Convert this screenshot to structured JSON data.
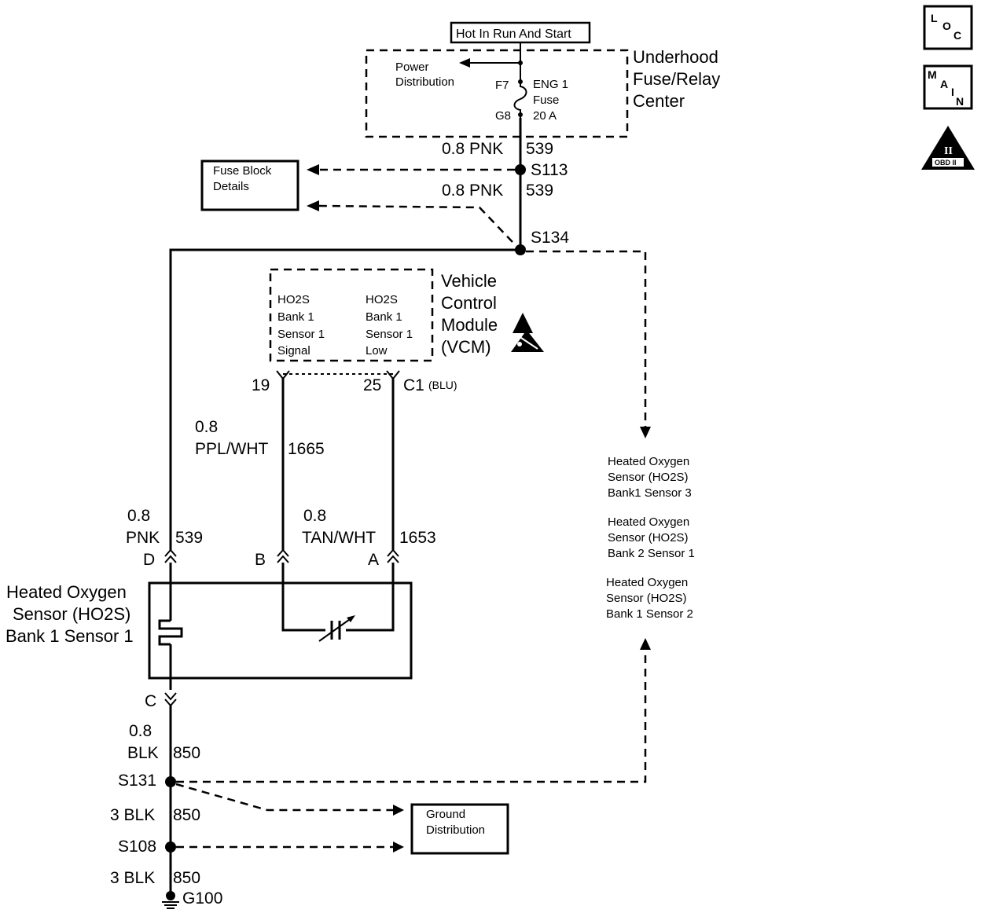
{
  "header": {
    "power_label": "Hot In Run And Start"
  },
  "fuse_center": {
    "title_line1": "Underhood",
    "title_line2": "Fuse/Relay",
    "title_line3": "Center",
    "power_dist_line1": "Power",
    "power_dist_line2": "Distribution",
    "fuse_top_pin": "F7",
    "fuse_bottom_pin": "G8",
    "fuse_name_line1": "ENG 1",
    "fuse_name_line2": "Fuse",
    "fuse_rating": "20 A"
  },
  "wires": {
    "w1_size_color": "0.8 PNK",
    "w1_circuit": "539",
    "w2_size_color": "0.8 PNK",
    "w2_circuit": "539",
    "w3_size": "0.8",
    "w3_color": "PPL/WHT",
    "w3_circuit": "1665",
    "w4_size": "0.8",
    "w4_color": "PNK",
    "w4_circuit": "539",
    "w5_size": "0.8",
    "w5_color": "TAN/WHT",
    "w5_circuit": "1653",
    "w6_size": "0.8",
    "w6_color": "BLK",
    "w6_circuit": "850",
    "w7_size_color": "3 BLK",
    "w7_circuit": "850",
    "w8_size_color": "3 BLK",
    "w8_circuit": "850"
  },
  "splices": {
    "s113": "S113",
    "s134": "S134",
    "s131": "S131",
    "s108": "S108",
    "ground": "G100"
  },
  "fuse_block": {
    "line1": "Fuse Block",
    "line2": "Details"
  },
  "vcm": {
    "title_line1": "Vehicle",
    "title_line2": "Control",
    "title_line3": "Module",
    "title_line4": "(VCM)",
    "left_line1": "HO2S",
    "left_line2": "Bank 1",
    "left_line3": "Sensor 1",
    "left_line4": "Signal",
    "right_line1": "HO2S",
    "right_line2": "Bank 1",
    "right_line3": "Sensor 1",
    "right_line4": "Low",
    "pin_19": "19",
    "pin_25": "25",
    "connector": "C1",
    "connector_color": "(BLU)"
  },
  "sensor": {
    "title_line1": "Heated Oxygen",
    "title_line2": "Sensor (HO2S)",
    "title_line3": "Bank 1 Sensor 1",
    "pin_d": "D",
    "pin_b": "B",
    "pin_a": "A",
    "pin_c": "C"
  },
  "other_sensors": {
    "g1_line1": "Heated Oxygen",
    "g1_line2": "Sensor (HO2S)",
    "g1_line3": "Bank1 Sensor 3",
    "g2_line1": "Heated Oxygen",
    "g2_line2": "Sensor (HO2S)",
    "g2_line3": "Bank 2 Sensor 1",
    "g3_line1": "Heated Oxygen",
    "g3_line2": "Sensor (HO2S)",
    "g3_line3": "Bank 1 Sensor 2"
  },
  "ground_dist": {
    "line1": "Ground",
    "line2": "Distribution"
  },
  "side_icons": {
    "loc_l": "L",
    "loc_o": "O",
    "loc_c": "C",
    "main_m": "M",
    "main_a": "A",
    "main_i": "I",
    "main_n": "N",
    "obd_numeral": "II",
    "obd_label": "OBD II"
  },
  "colors": {
    "ink": "#000000",
    "paper": "#ffffff"
  }
}
